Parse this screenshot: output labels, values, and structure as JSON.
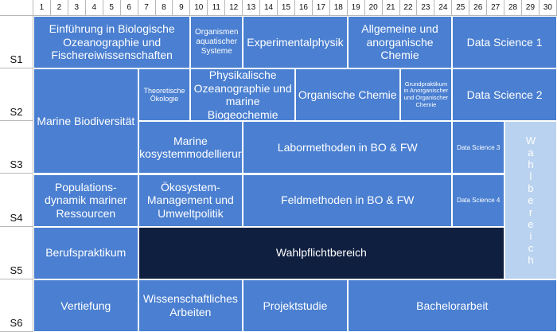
{
  "columns": [
    "1",
    "2",
    "3",
    "4",
    "5",
    "6",
    "7",
    "8",
    "9",
    "10",
    "11",
    "12",
    "13",
    "14",
    "15",
    "16",
    "17",
    "18",
    "19",
    "20",
    "21",
    "22",
    "23",
    "24",
    "25",
    "26",
    "27",
    "28",
    "29",
    "30"
  ],
  "semesters": [
    "S1",
    "S2",
    "S3",
    "S4",
    "S5",
    "S6"
  ],
  "modules": [
    {
      "label": "Einführung in Biologische Ozeanographie und Fischereiwissenschaften",
      "c0": 1,
      "c1": 9,
      "r0": 1,
      "r1": 1,
      "size": 14,
      "style": "normal"
    },
    {
      "label": "Organismen aquatischer Systeme",
      "c0": 10,
      "c1": 12,
      "r0": 1,
      "r1": 1,
      "size": 10,
      "style": "normal"
    },
    {
      "label": "Experimentalphysik",
      "c0": 13,
      "c1": 18,
      "r0": 1,
      "r1": 1,
      "size": 14,
      "style": "normal"
    },
    {
      "label": "Allgemeine und anorganische Chemie",
      "c0": 19,
      "c1": 24,
      "r0": 1,
      "r1": 1,
      "size": 14,
      "style": "normal"
    },
    {
      "label": "Data Science 1",
      "c0": 25,
      "c1": 30,
      "r0": 1,
      "r1": 1,
      "size": 14,
      "style": "normal"
    },
    {
      "label": "Marine Biodiversität",
      "c0": 1,
      "c1": 6,
      "r0": 2,
      "r1": 3,
      "size": 14,
      "style": "normal"
    },
    {
      "label": "Theoretische Ökologie",
      "c0": 7,
      "c1": 9,
      "r0": 2,
      "r1": 2,
      "size": 9,
      "style": "normal"
    },
    {
      "label": "Physikalische Ozeanographie und marine Biogeochemie",
      "c0": 10,
      "c1": 15,
      "r0": 2,
      "r1": 2,
      "size": 14,
      "style": "normal"
    },
    {
      "label": "Organische Chemie",
      "c0": 16,
      "c1": 21,
      "r0": 2,
      "r1": 2,
      "size": 14,
      "style": "normal"
    },
    {
      "label": "Grundpraktikum in Anorganischer und Organischer Chemie",
      "c0": 22,
      "c1": 24,
      "r0": 2,
      "r1": 2,
      "size": 7.5,
      "style": "normal"
    },
    {
      "label": "Data Science 2",
      "c0": 25,
      "c1": 30,
      "r0": 2,
      "r1": 2,
      "size": 14,
      "style": "normal"
    },
    {
      "label": "Marine Ökosystemmodellierung",
      "c0": 7,
      "c1": 12,
      "r0": 3,
      "r1": 3,
      "size": 14,
      "style": "normal"
    },
    {
      "label": "Labormethoden in BO & FW",
      "c0": 13,
      "c1": 24,
      "r0": 3,
      "r1": 3,
      "size": 14,
      "style": "normal"
    },
    {
      "label": "Data Science 3",
      "c0": 25,
      "c1": 27,
      "r0": 3,
      "r1": 3,
      "size": 8,
      "style": "normal"
    },
    {
      "label": "Populations-dynamik mariner Ressourcen",
      "c0": 1,
      "c1": 6,
      "r0": 4,
      "r1": 4,
      "size": 14,
      "style": "normal"
    },
    {
      "label": "Ökosystem-Management und Umweltpolitik",
      "c0": 7,
      "c1": 12,
      "r0": 4,
      "r1": 4,
      "size": 14,
      "style": "normal"
    },
    {
      "label": "Feldmethoden in BO & FW",
      "c0": 13,
      "c1": 24,
      "r0": 4,
      "r1": 4,
      "size": 14,
      "style": "normal"
    },
    {
      "label": "Data Science 4",
      "c0": 25,
      "c1": 27,
      "r0": 4,
      "r1": 4,
      "size": 8,
      "style": "normal"
    },
    {
      "label": "Berufspraktikum",
      "c0": 1,
      "c1": 6,
      "r0": 5,
      "r1": 5,
      "size": 14,
      "style": "normal"
    },
    {
      "label": "Wahlpflichtbereich",
      "c0": 7,
      "c1": 27,
      "r0": 5,
      "r1": 5,
      "size": 14,
      "style": "dark"
    },
    {
      "label": "Wahlbereich",
      "c0": 28,
      "c1": 30,
      "r0": 3,
      "r1": 5,
      "size": 14,
      "style": "light",
      "vertical": true
    },
    {
      "label": "Vertiefung",
      "c0": 1,
      "c1": 6,
      "r0": 6,
      "r1": 6,
      "size": 14,
      "style": "normal"
    },
    {
      "label": "Wissenschaftliches Arbeiten",
      "c0": 7,
      "c1": 12,
      "r0": 6,
      "r1": 6,
      "size": 14,
      "style": "normal"
    },
    {
      "label": "Projektstudie",
      "c0": 13,
      "c1": 18,
      "r0": 6,
      "r1": 6,
      "size": 14,
      "style": "normal"
    },
    {
      "label": "Bachelorarbeit",
      "c0": 19,
      "c1": 30,
      "r0": 6,
      "r1": 6,
      "size": 14,
      "style": "normal"
    }
  ]
}
